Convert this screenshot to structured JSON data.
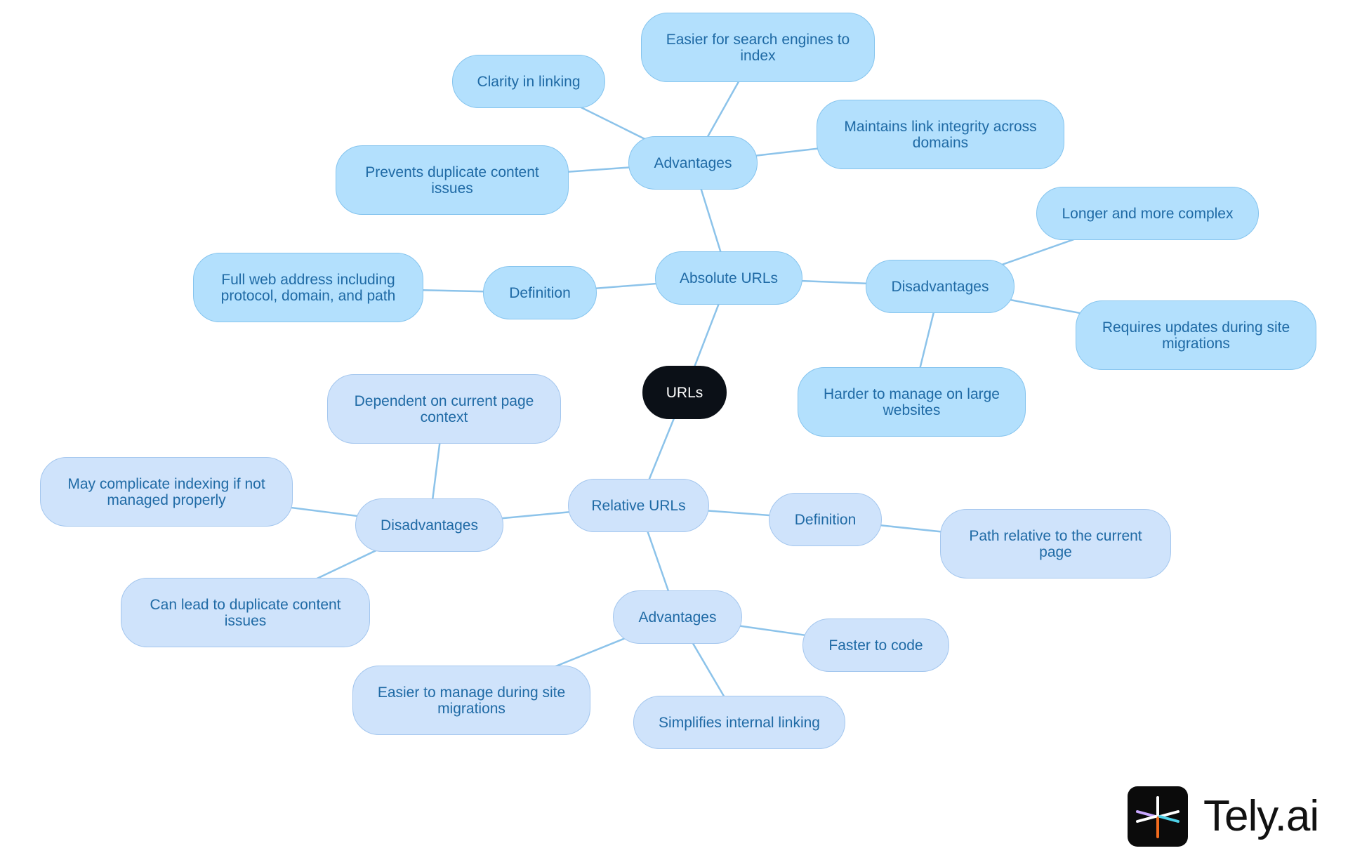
{
  "diagram": {
    "root": "URLs",
    "absolute": {
      "label": "Absolute URLs",
      "definition": {
        "label": "Definition",
        "detail": "Full web address including protocol, domain, and path"
      },
      "advantages": {
        "label": "Advantages",
        "items": [
          "Easier for search engines to index",
          "Clarity in linking",
          "Maintains link integrity across domains",
          "Prevents duplicate content issues"
        ]
      },
      "disadvantages": {
        "label": "Disadvantages",
        "items": [
          "Longer and more complex",
          "Requires updates during site migrations",
          "Harder to manage on large websites"
        ]
      }
    },
    "relative": {
      "label": "Relative URLs",
      "definition": {
        "label": "Definition",
        "detail": "Path relative to the current page"
      },
      "advantages": {
        "label": "Advantages",
        "items": [
          "Faster to code",
          "Simplifies internal linking",
          "Easier to manage during site migrations"
        ]
      },
      "disadvantages": {
        "label": "Disadvantages",
        "items": [
          "Dependent on current page context",
          "May complicate indexing if not managed properly",
          "Can lead to duplicate content issues"
        ]
      }
    }
  },
  "colors": {
    "absolute_fill": "#b3e0fd",
    "relative_fill": "#cfe3fb",
    "root_fill": "#0b1017",
    "edge": "#8cc3ea",
    "text": "#1f6aa5"
  },
  "logo": {
    "text": "Tely.ai",
    "icon": "tely-asterisk-icon"
  }
}
